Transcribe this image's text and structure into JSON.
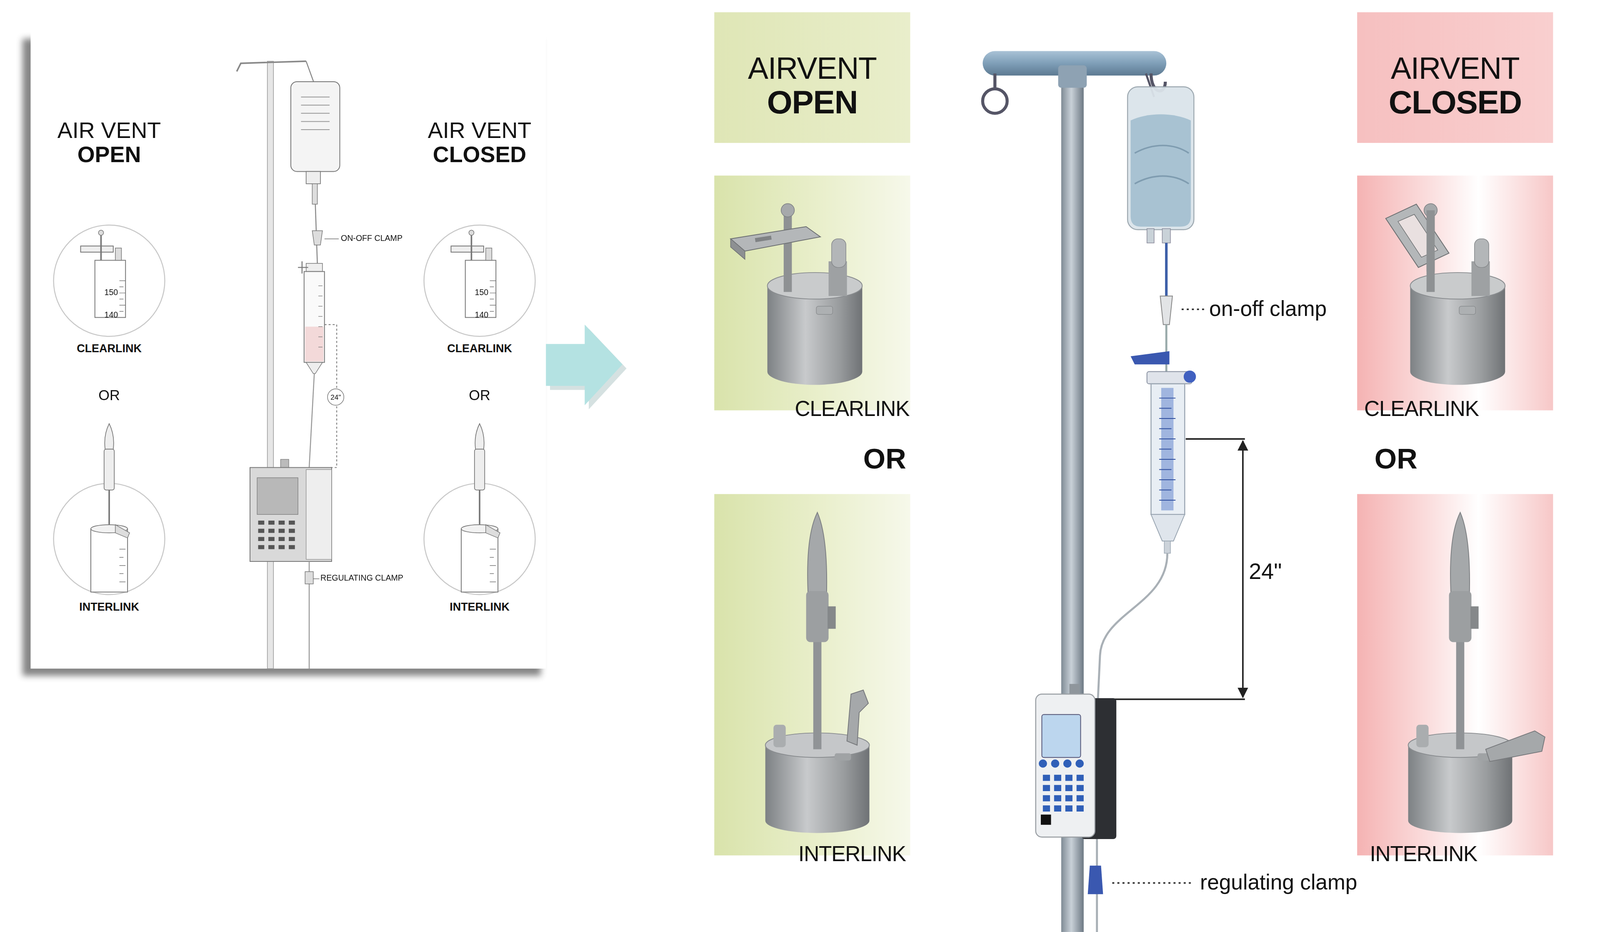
{
  "diagram": {
    "nodes": [
      {
        "text": [
          "CLEARLINK"
        ]
      },
      {
        "text": [
          "INTERLINK"
        ]
      },
      {
        "text": [
          "CLEARLINK"
        ]
      },
      {
        "text": [
          "INTERLINK"
        ]
      },
      {
        "text": [
          "AIRVENT",
          "OPEN"
        ]
      },
      {
        "text": [
          "CLEARLINK"
        ]
      },
      {
        "text": [
          "INTERLINK"
        ]
      },
      {
        "text": [
          "AIRVENT",
          "CLOSED"
        ]
      },
      {
        "text": [
          "CLEARLINK"
        ]
      },
      {
        "text": [
          "INTERLINK"
        ]
      }
    ],
    "labels": [
      "AIR VENT",
      "OPEN",
      "AIR VENT",
      "CLOSED",
      "150",
      "140",
      "150",
      "140",
      "OR",
      "OR",
      "ON-OFF CLAMP",
      "24\"",
      "REGULATING CLAMP",
      "OR",
      "OR",
      "on-off clamp",
      "24\"",
      "regulating clamp"
    ]
  }
}
